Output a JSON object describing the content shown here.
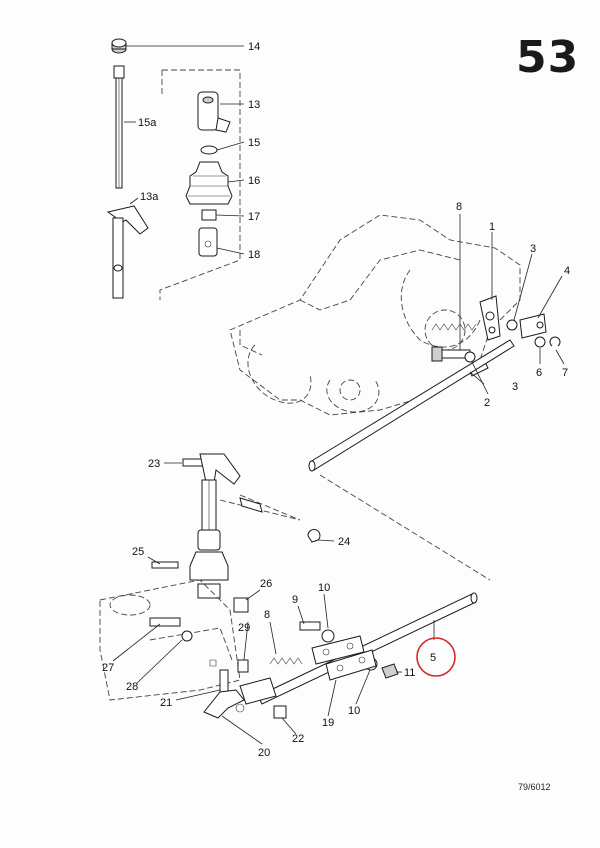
{
  "page": {
    "number": "53",
    "drawing_ref": "79/6012"
  },
  "highlight": {
    "color": "#d42a2a",
    "target_label": "5"
  },
  "callouts": [
    "14",
    "15a",
    "13",
    "15",
    "13a",
    "16",
    "17",
    "18",
    "8",
    "1",
    "3",
    "4",
    "3",
    "2",
    "6",
    "7",
    "23",
    "24",
    "25",
    "26",
    "10",
    "9",
    "8",
    "29",
    "27",
    "28",
    "21",
    "5",
    "11",
    "10",
    "19",
    "22",
    "20"
  ]
}
